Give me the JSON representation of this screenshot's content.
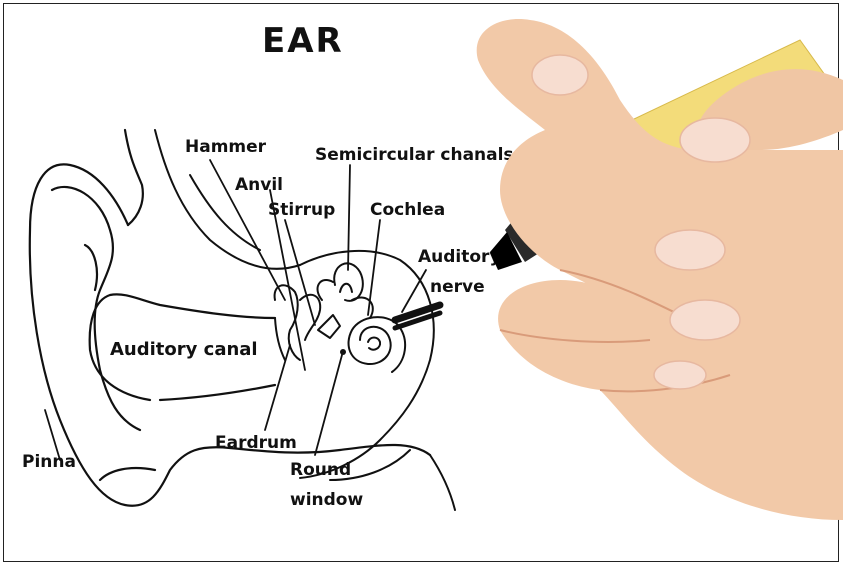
{
  "title": "EAR",
  "labels": {
    "hammer": "Hammer",
    "semicircular": "Semicircular chanals",
    "anvil": "Anvil",
    "stirrup": "Stirrup",
    "cochlea": "Cochlea",
    "auditory_nerve_1": "Auditory",
    "auditory_nerve_2": "nerve",
    "auditory_canal": "Auditory canal",
    "eardrum": "Eardrum",
    "round_window_1": "Round",
    "round_window_2": "window",
    "pinna": "Pinna"
  },
  "colors": {
    "ink": "#111111",
    "skin": "#f2c9a8",
    "skin_shadow": "#d99b7a",
    "nail": "#f7ddd0",
    "marker_body": "#f3dc7a",
    "marker_cap": "#111111"
  }
}
